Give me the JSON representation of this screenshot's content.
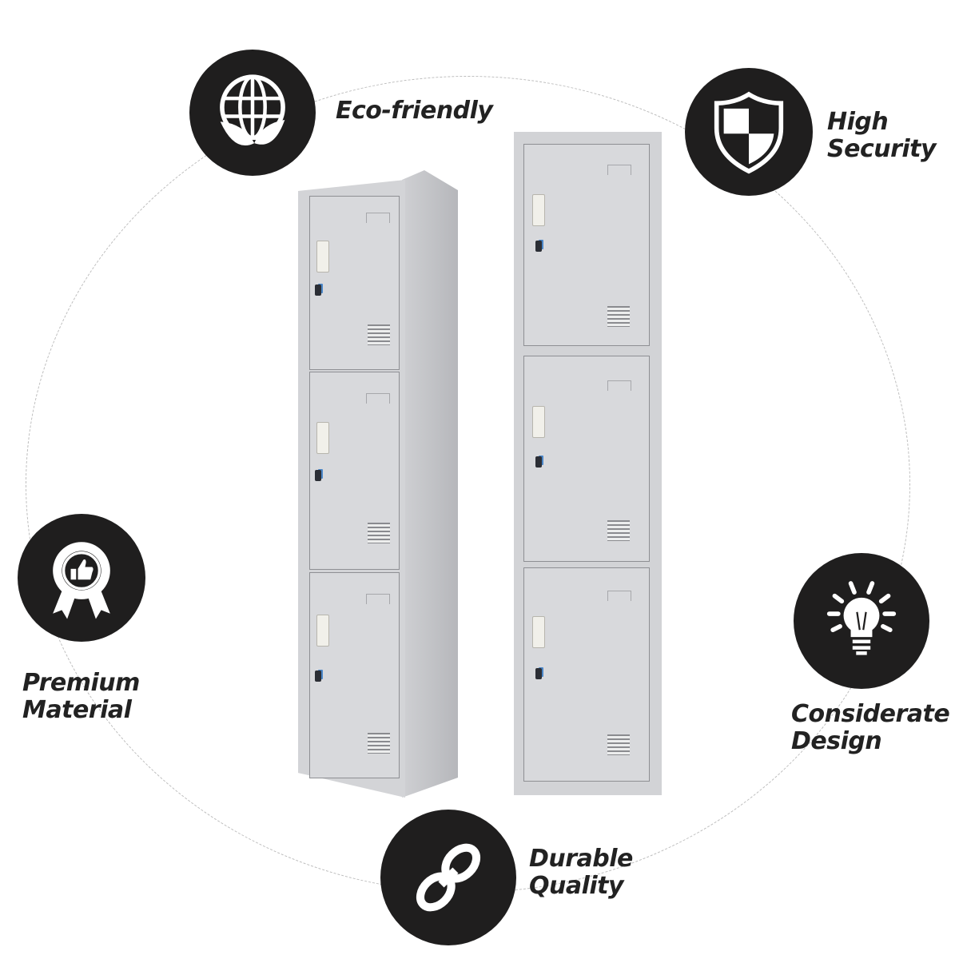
{
  "infographic": {
    "features": [
      {
        "id": "eco",
        "icon": "globe-leaf-icon",
        "line1": "Eco-friendly",
        "line2": ""
      },
      {
        "id": "security",
        "icon": "shield-icon",
        "line1": "High",
        "line2": "Security"
      },
      {
        "id": "premium",
        "icon": "award-ribbon-thumbs-up-icon",
        "line1": "Premium",
        "line2": "Material"
      },
      {
        "id": "design",
        "icon": "lightbulb-icon",
        "line1": "Considerate",
        "line2": "Design"
      },
      {
        "id": "durable",
        "icon": "chain-link-icon",
        "line1": "Durable",
        "line2": "Quality"
      }
    ],
    "product": {
      "name": "3-door steel locker",
      "views": [
        "angled-view",
        "front-view"
      ],
      "door_count": 3,
      "colors": {
        "body": "#d8d9dc",
        "side": "#bfc0c4",
        "badge": "#1f1e1e",
        "text": "#222222",
        "key_accent": "#4a86c8"
      }
    }
  }
}
